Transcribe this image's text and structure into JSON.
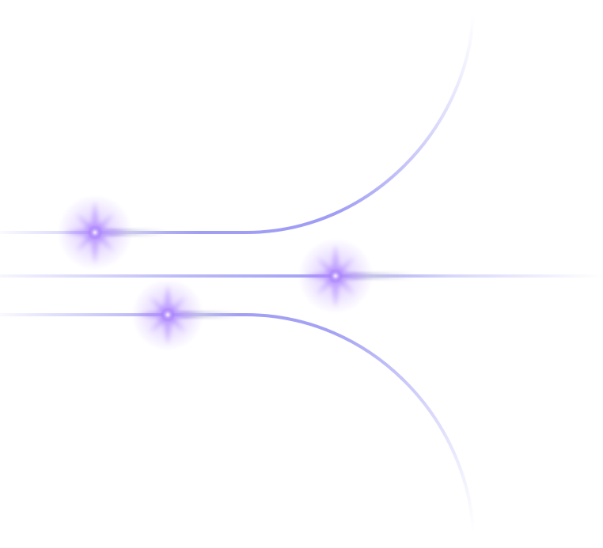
{
  "colors": {
    "background": "#ffffff",
    "line": "#8f8cf2",
    "glow": "#9b6cf0",
    "glow_core": "#c4a6ff",
    "streak": "#d6d6ea"
  },
  "decorations": {
    "lines": [
      "upper-curve-line",
      "middle-straight-line",
      "lower-curve-line"
    ],
    "sparkles": [
      "sparkle-upper",
      "sparkle-middle",
      "sparkle-lower"
    ]
  }
}
